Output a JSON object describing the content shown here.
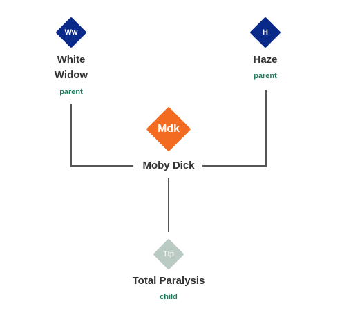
{
  "colors": {
    "parent": "#0a2a8a",
    "focus": "#f26b21",
    "child": "#b9cbc3",
    "role_text": "#1a7a5a",
    "line": "#555555"
  },
  "nodes": {
    "white_widow": {
      "abbr": "Ww",
      "name_line1": "White",
      "name_line2": "Widow",
      "role": "parent"
    },
    "haze": {
      "abbr": "H",
      "name": "Haze",
      "role": "parent"
    },
    "moby_dick": {
      "abbr": "Mdk",
      "name": "Moby Dick"
    },
    "total_paralysis": {
      "abbr": "Ttp",
      "name": "Total Paralysis",
      "role": "child"
    }
  }
}
